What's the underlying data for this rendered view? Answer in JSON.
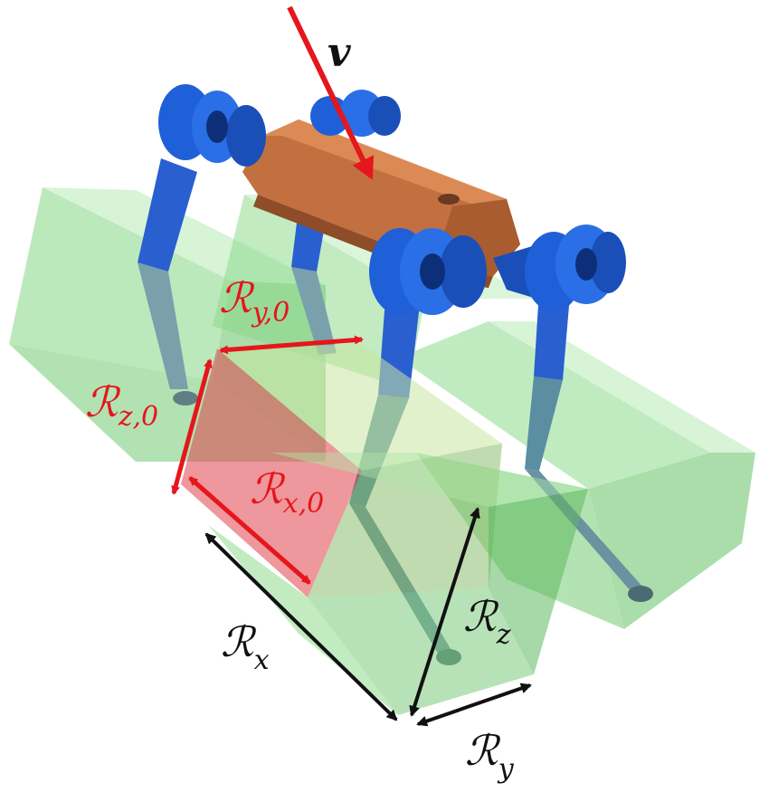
{
  "figure": {
    "velocity_label": "v",
    "reach_labels": {
      "initial": {
        "x": {
          "symbol": "ℛ",
          "sub": "x,0"
        },
        "y": {
          "symbol": "ℛ",
          "sub": "y,0"
        },
        "z": {
          "symbol": "ℛ",
          "sub": "z,0"
        }
      },
      "final": {
        "x": {
          "symbol": "ℛ",
          "sub": "x"
        },
        "y": {
          "symbol": "ℛ",
          "sub": "y"
        },
        "z": {
          "symbol": "ℛ",
          "sub": "z"
        }
      }
    },
    "colors": {
      "reach_box_fill": "#7fd67f",
      "reach_box_edge": "#5cbf5c",
      "initial_box_fill": "#e0424a",
      "robot_body": "#c0703d",
      "robot_joints": "#1f5fd8",
      "robot_legs": "#5a8ea0",
      "velocity_arrow": "#e5161c",
      "initial_labels": "#e5161c",
      "final_labels": "#111111"
    }
  }
}
